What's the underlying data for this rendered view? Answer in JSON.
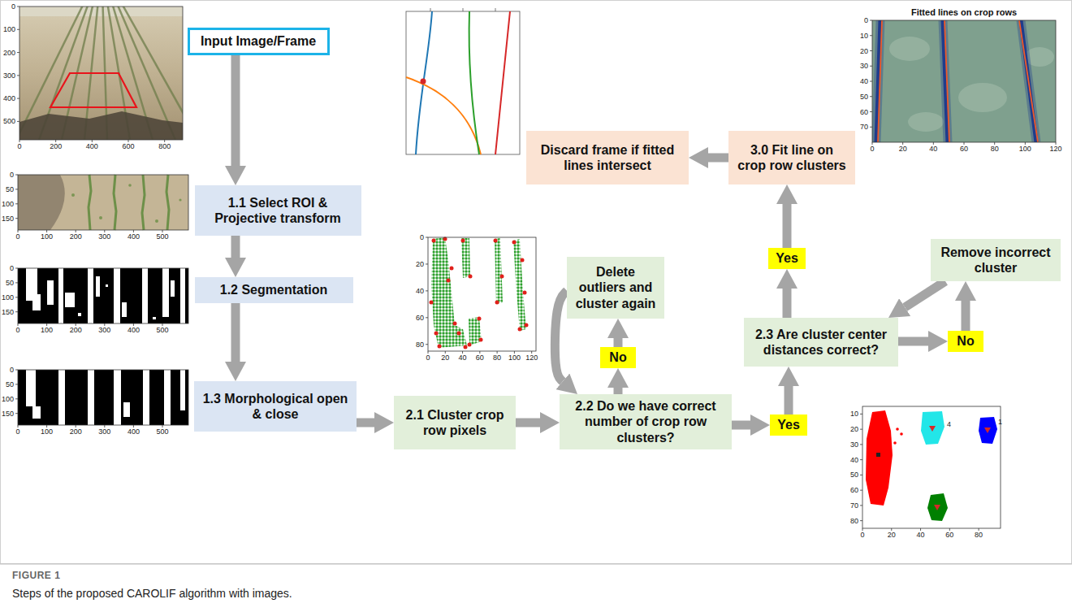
{
  "diagram": {
    "caption": "Steps of the proposed CAROLIF algorithm with images.",
    "nodes": [
      {
        "text": [
          "Input Image/Frame"
        ]
      },
      {
        "text": [
          "1.1 Select ROI & Projective transform"
        ]
      },
      {
        "text": [
          "1.2 Segmentation"
        ]
      },
      {
        "text": [
          "1.3 Morphological open & close"
        ]
      },
      {
        "text": [
          "2.1 Cluster crop row pixels"
        ]
      },
      {
        "text": [
          "2.2 Do we have correct number of crop row clusters?"
        ]
      },
      {
        "text": [
          "No"
        ]
      },
      {
        "text": [
          "Delete outliers and cluster again"
        ]
      },
      {
        "text": [
          "Yes"
        ]
      },
      {
        "text": [
          "2.3 Are cluster center distances correct?"
        ]
      },
      {
        "text": [
          "No"
        ]
      },
      {
        "text": [
          "Remove incorrect cluster"
        ]
      },
      {
        "text": [
          "Yes"
        ]
      },
      {
        "text": [
          "3.0 Fit line on crop row clusters"
        ]
      },
      {
        "text": [
          "Discard frame if fitted lines intersect"
        ]
      }
    ],
    "edges": [
      {
        "from": 0,
        "to": 1,
        "arrow": "to"
      },
      {
        "from": 1,
        "to": 2,
        "arrow": "to"
      },
      {
        "from": 2,
        "to": 3,
        "arrow": "to"
      },
      {
        "from": 3,
        "to": 4,
        "arrow": "to"
      },
      {
        "from": 4,
        "to": 5,
        "arrow": "to"
      },
      {
        "from": 5,
        "to": 6,
        "arrow": "to"
      },
      {
        "from": 6,
        "to": 7,
        "arrow": "to"
      },
      {
        "from": 7,
        "to": 5,
        "arrow": "to"
      },
      {
        "from": 5,
        "to": 8,
        "arrow": "to"
      },
      {
        "from": 8,
        "to": 9,
        "arrow": "to"
      },
      {
        "from": 9,
        "to": 10,
        "arrow": "to"
      },
      {
        "from": 10,
        "to": 11,
        "arrow": "to"
      },
      {
        "from": 11,
        "to": 9,
        "arrow": "to"
      },
      {
        "from": 9,
        "to": 12,
        "arrow": "to"
      },
      {
        "from": 12,
        "to": 13,
        "arrow": "to"
      },
      {
        "from": 13,
        "to": 14,
        "arrow": "to"
      }
    ],
    "labels": [
      "0",
      "100",
      "200",
      "300",
      "400",
      "500",
      "0",
      "200",
      "400",
      "600",
      "800",
      "0",
      "50",
      "100",
      "150",
      "0",
      "100",
      "200",
      "300",
      "400",
      "500",
      "0",
      "50",
      "100",
      "150",
      "0",
      "100",
      "200",
      "300",
      "400",
      "500",
      "0",
      "50",
      "100",
      "150",
      "0",
      "100",
      "200",
      "300",
      "400",
      "500",
      "0",
      "20",
      "40",
      "60",
      "80",
      "0",
      "20",
      "40",
      "60",
      "80",
      "100",
      "120",
      "Fitted lines on crop rows",
      "0",
      "10",
      "20",
      "30",
      "40",
      "50",
      "60",
      "70",
      "0",
      "20",
      "40",
      "60",
      "80",
      "100",
      "120",
      "10",
      "20",
      "30",
      "40",
      "50",
      "60",
      "70",
      "80",
      "0",
      "20",
      "40",
      "60",
      "80",
      "4",
      "1",
      "FIGURE 1"
    ]
  }
}
